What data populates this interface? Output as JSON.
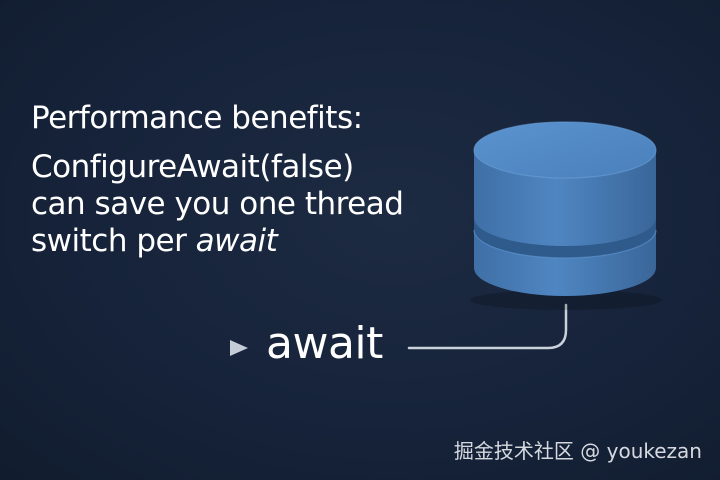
{
  "heading": "Performance benefits:",
  "body": {
    "line1": "ConfigureAwait(false)",
    "line2": "can save you one thread",
    "line3_prefix": "switch per ",
    "line3_emphasis": "await"
  },
  "await_label": "await",
  "watermark": "掘金技术社区 @ youkezan",
  "colors": {
    "background": "#16233a",
    "text": "#ffffff",
    "database": "#4a7fb8",
    "connector": "#c9d1db"
  },
  "icons": {
    "database": "database-icon",
    "arrow": "arrow-right-icon"
  }
}
